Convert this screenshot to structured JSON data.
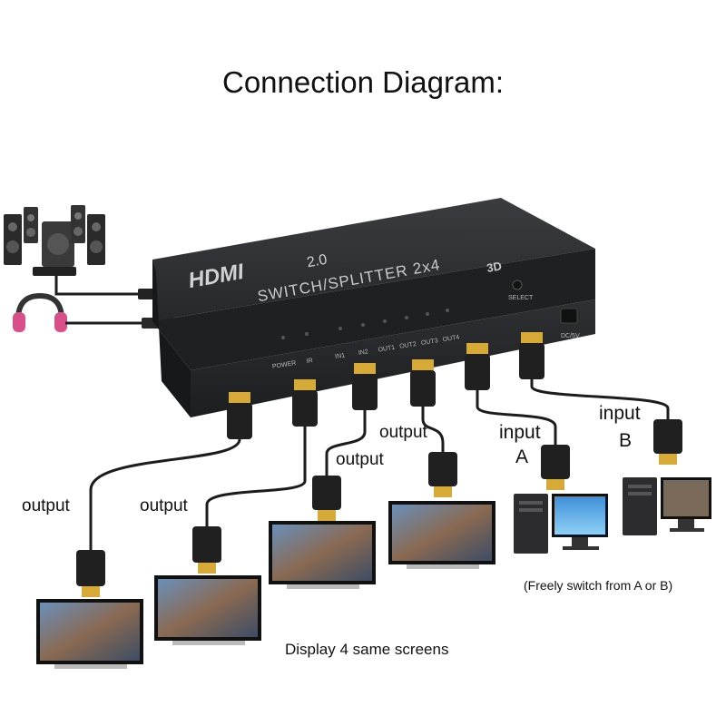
{
  "title": "Connection Diagram:",
  "device": {
    "brand": "HDMI",
    "version": "2.0",
    "model": "SWITCH/SPLITTER 2x4",
    "badge": "3D",
    "select_label": "SELECT",
    "indicators": [
      "POWER",
      "IR",
      "IN1",
      "IN2",
      "OUT1",
      "OUT2",
      "OUT3",
      "OUT4"
    ],
    "dc_label": "DC/5V"
  },
  "labels": {
    "output": "output",
    "input": "input",
    "input_a": "A",
    "input_b": "B"
  },
  "note": "(Freely switch from A or B)",
  "caption": "Display 4 same screens",
  "colors": {
    "device_body": "#2b2d30",
    "cable": "#1c1c1c",
    "plug_gold": "#e2b640"
  }
}
